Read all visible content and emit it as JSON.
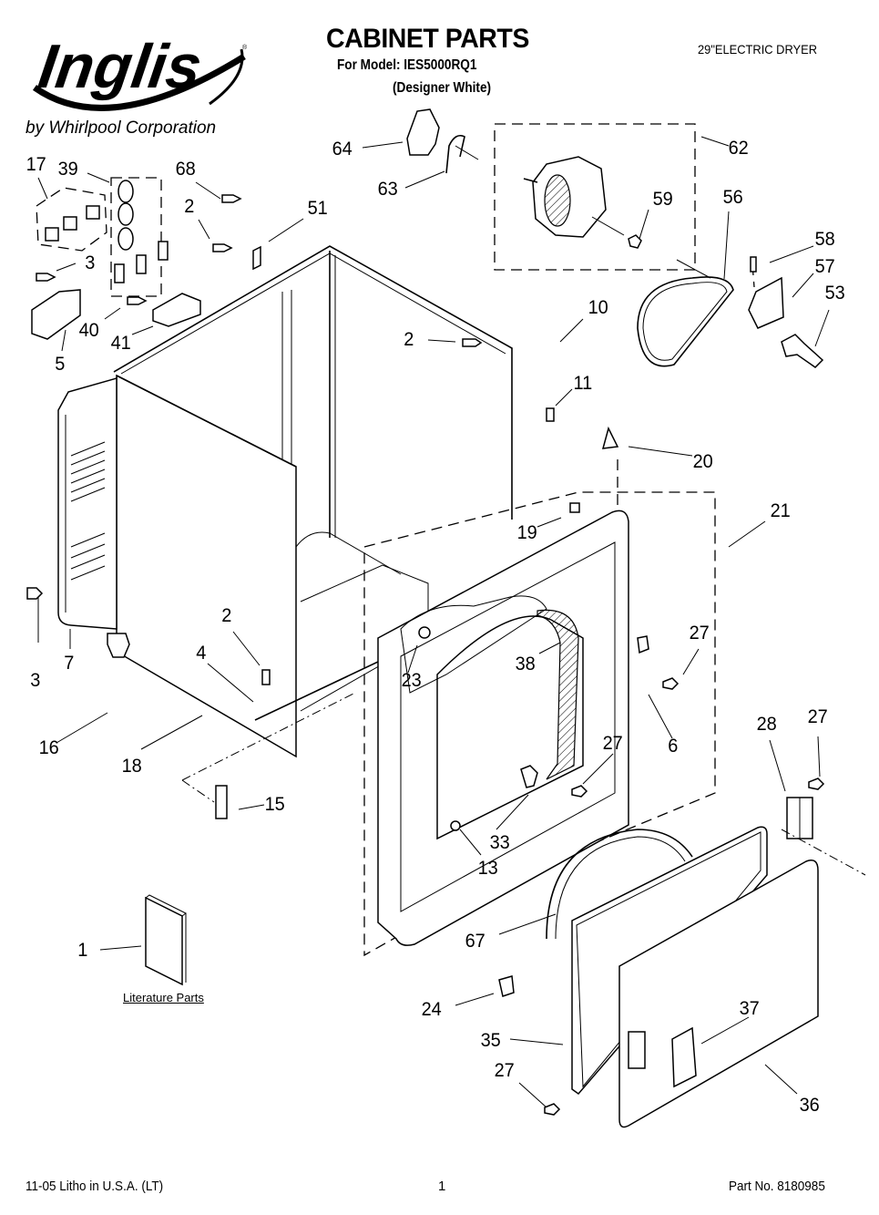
{
  "header": {
    "brand": "Inglis",
    "byline": "by Whirlpool Corporation",
    "title": "CABINET PARTS",
    "model_line": "For Model: IES5000RQ1",
    "color_line": "(Designer White)",
    "product_type": "29\"ELECTRIC DRYER"
  },
  "diagram": {
    "literature_label": "Literature Parts",
    "callouts": [
      {
        "id": "c64",
        "label": "64"
      },
      {
        "id": "c63",
        "label": "63"
      },
      {
        "id": "c62",
        "label": "62"
      },
      {
        "id": "c59",
        "label": "59"
      },
      {
        "id": "c56",
        "label": "56"
      },
      {
        "id": "c58",
        "label": "58"
      },
      {
        "id": "c57",
        "label": "57"
      },
      {
        "id": "c53",
        "label": "53"
      },
      {
        "id": "c17",
        "label": "17"
      },
      {
        "id": "c39",
        "label": "39"
      },
      {
        "id": "c68",
        "label": "68"
      },
      {
        "id": "c2a",
        "label": "2"
      },
      {
        "id": "c51",
        "label": "51"
      },
      {
        "id": "c3a",
        "label": "3"
      },
      {
        "id": "c40",
        "label": "40"
      },
      {
        "id": "c41",
        "label": "41"
      },
      {
        "id": "c5",
        "label": "5"
      },
      {
        "id": "c2b",
        "label": "2"
      },
      {
        "id": "c10",
        "label": "10"
      },
      {
        "id": "c11",
        "label": "11"
      },
      {
        "id": "c20",
        "label": "20"
      },
      {
        "id": "c21",
        "label": "21"
      },
      {
        "id": "c19",
        "label": "19"
      },
      {
        "id": "c3b",
        "label": "3"
      },
      {
        "id": "c7",
        "label": "7"
      },
      {
        "id": "c2c",
        "label": "2"
      },
      {
        "id": "c4",
        "label": "4"
      },
      {
        "id": "c23",
        "label": "23"
      },
      {
        "id": "c38",
        "label": "38"
      },
      {
        "id": "c27a",
        "label": "27"
      },
      {
        "id": "c6",
        "label": "6"
      },
      {
        "id": "c16",
        "label": "16"
      },
      {
        "id": "c18",
        "label": "18"
      },
      {
        "id": "c28",
        "label": "28"
      },
      {
        "id": "c27b",
        "label": "27"
      },
      {
        "id": "c27c",
        "label": "27"
      },
      {
        "id": "c15",
        "label": "15"
      },
      {
        "id": "c33",
        "label": "33"
      },
      {
        "id": "c13",
        "label": "13"
      },
      {
        "id": "c1",
        "label": "1"
      },
      {
        "id": "c67",
        "label": "67"
      },
      {
        "id": "c24",
        "label": "24"
      },
      {
        "id": "c37",
        "label": "37"
      },
      {
        "id": "c35",
        "label": "35"
      },
      {
        "id": "c27d",
        "label": "27"
      },
      {
        "id": "c36",
        "label": "36"
      }
    ]
  },
  "footer": {
    "litho": "11-05 Litho in U.S.A. (LT)",
    "page": "1",
    "part_no": "Part No. 8180985"
  }
}
